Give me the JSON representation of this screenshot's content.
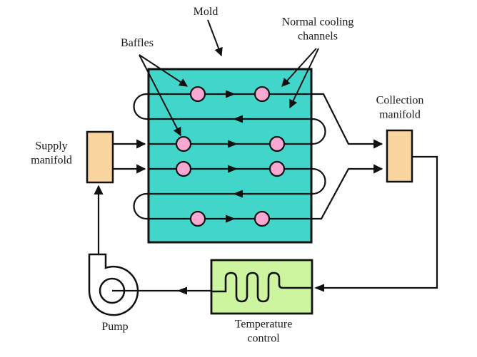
{
  "labels": {
    "mold": "Mold",
    "baffles": "Baffles",
    "normal_cooling_channels": "Normal cooling\nchannels",
    "supply_manifold": "Supply\nmanifold",
    "collection_manifold": "Collection\nmanifold",
    "pump": "Pump",
    "temperature_control": "Temperature\ncontrol"
  },
  "colors": {
    "mold_fill": "#42d6cb",
    "baffle_fill": "#f9a8d2",
    "manifold_fill": "#fbd5a0",
    "temperature_control_fill": "#cdf49e",
    "line": "#111111",
    "text": "#1a1a1a",
    "background": "#ffffff"
  },
  "structure": {
    "cooling_channel_count": 6,
    "baffle_count": 8,
    "supply_lines": 2,
    "collection_lines": 2
  }
}
